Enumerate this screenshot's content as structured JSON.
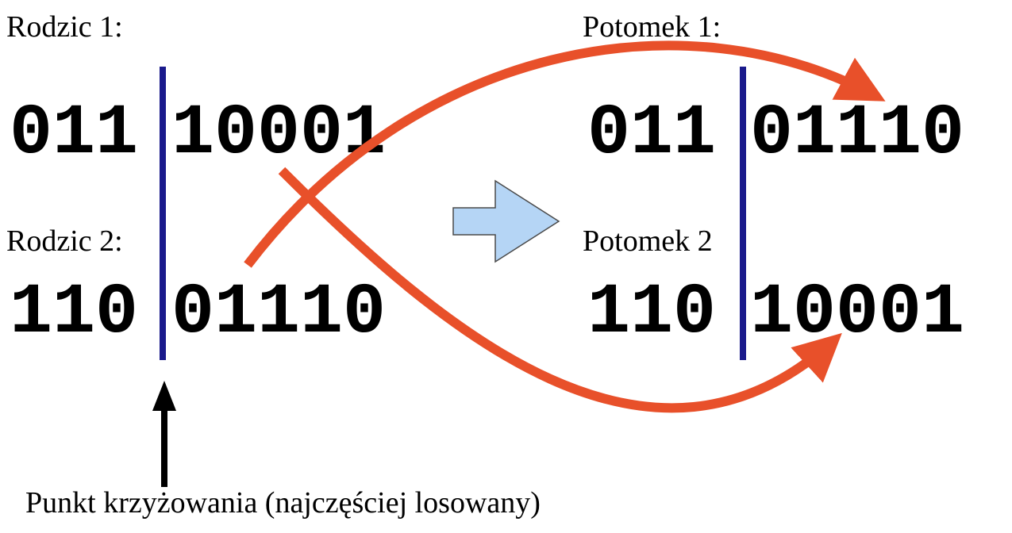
{
  "parents": {
    "p1": {
      "label": "Rodzic 1:",
      "left": "011",
      "right": "10001"
    },
    "p2": {
      "label": "Rodzic 2:",
      "left": "110",
      "right": "01110"
    }
  },
  "offspring": {
    "o1": {
      "label": "Potomek 1:",
      "left": "011",
      "right": "01110"
    },
    "o2": {
      "label": "Potomek 2",
      "left": "110",
      "right": "10001"
    }
  },
  "crossover_point_label": "Punkt krzyżowania (najczęściej losowany)",
  "colors": {
    "cut_line": "#1a1a8c",
    "swap_arrow": "#e8502a",
    "transition_arrow_fill": "#b5d5f5",
    "transition_arrow_stroke": "#4a4a4a",
    "pointer_arrow": "#000000"
  },
  "icons": {
    "transition": "right-block-arrow-icon",
    "pointer": "up-arrow-icon"
  }
}
